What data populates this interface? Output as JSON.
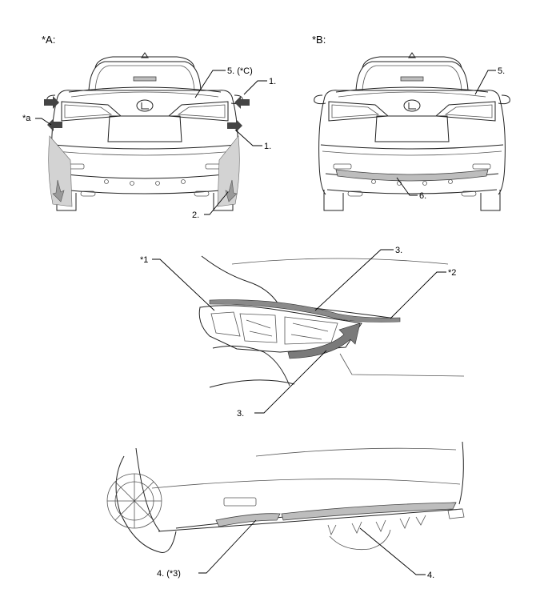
{
  "views": {
    "view_a": {
      "label": "*A:"
    },
    "view_b": {
      "label": "*B:"
    }
  },
  "callouts": {
    "a_part5": "5. (*C)",
    "a_part1_top": "1.",
    "a_part1_bottom": "1.",
    "a_star_a": "*a",
    "a_part2": "2.",
    "b_part5": "5.",
    "b_part6": "6.",
    "detail_part3_top": "3.",
    "detail_part3_bottom": "3.",
    "detail_star1": "*1",
    "detail_star2": "*2",
    "bumper_part4_left": "4. (*3)",
    "bumper_part4_right": "4."
  },
  "colors": {
    "line": "#222222",
    "highlight": "#bdbdbd",
    "arrow": "#8c8c8c"
  }
}
